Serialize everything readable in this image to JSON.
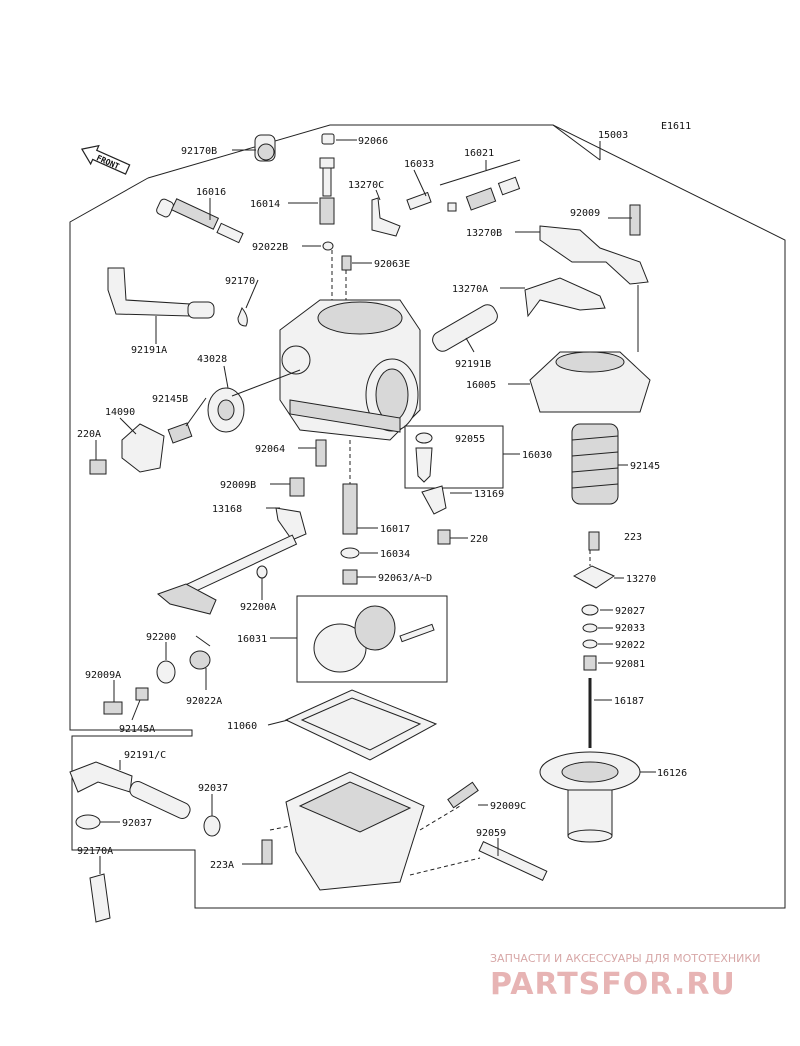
{
  "diagram_code": "E1611",
  "front_label": "FRONT",
  "labels": {
    "p15003": "15003",
    "p92170B": "92170B",
    "p92066": "92066",
    "p16021": "16021",
    "p16033": "16033",
    "p13270C": "13270C",
    "p16016": "16016",
    "p16014": "16014",
    "p92009_top": "92009",
    "p13270B": "13270B",
    "p92022B": "92022B",
    "p92063E": "92063E",
    "p92170": "92170",
    "p13270A": "13270A",
    "p92191A": "92191A",
    "p92191B": "92191B",
    "p43028": "43028",
    "p16005": "16005",
    "p92145B": "92145B",
    "p14090": "14090",
    "p220A": "220A",
    "p92055": "92055",
    "p16030": "16030",
    "p92064": "92064",
    "p92145": "92145",
    "p92009B": "92009B",
    "p13169": "13169",
    "p13168": "13168",
    "p16017": "16017",
    "p220": "220",
    "p223": "223",
    "p16034": "16034",
    "p92063AD": "92063/A~D",
    "p13270": "13270",
    "p92200A": "92200A",
    "p92027": "92027",
    "p92033": "92033",
    "p16031": "16031",
    "p92022": "92022",
    "p92200": "92200",
    "p92081": "92081",
    "p92009A": "92009A",
    "p92022A": "92022A",
    "p16187": "16187",
    "p92145A": "92145A",
    "p11060": "11060",
    "p92191C": "92191/C",
    "p16126": "16126",
    "p92037_a": "92037",
    "p92009C": "92009C",
    "p92037_b": "92037",
    "p92059": "92059",
    "p92170A": "92170A",
    "p223A": "223A"
  },
  "watermark": {
    "tagline": "ЗАПЧАСТИ И АКСЕССУАРЫ ДЛЯ МОТОТЕХНИКИ",
    "logo": "PARTSFOR.RU"
  },
  "colors": {
    "ink": "#222222",
    "watermark": "#e7b4b4"
  }
}
